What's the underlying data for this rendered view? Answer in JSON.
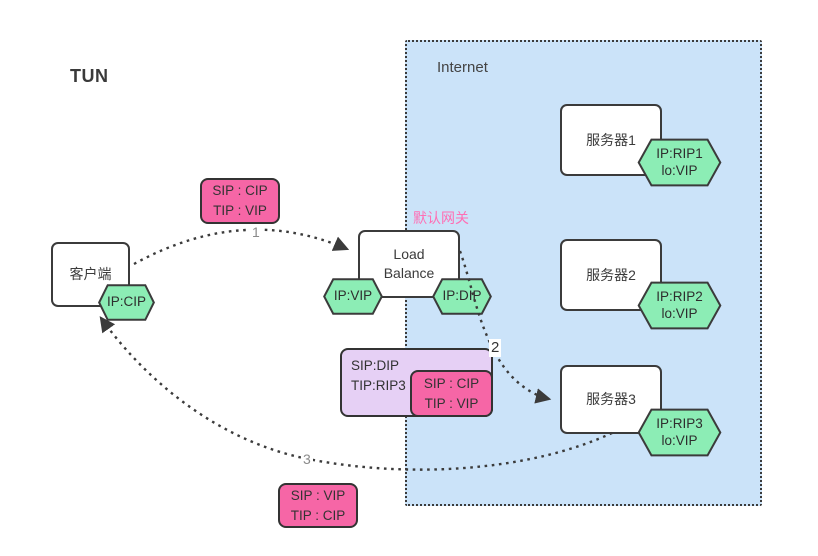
{
  "title": "TUN",
  "internet": {
    "label": "Internet"
  },
  "client": {
    "label": "客户端",
    "hex": "IP:CIP"
  },
  "load_balancer": {
    "label_line1": "Load",
    "label_line2": "Balance",
    "gateway_label": "默认网关",
    "hex_left": "IP:VIP",
    "hex_right": "IP:DIP"
  },
  "servers": [
    {
      "label": "服务器1",
      "hex_line1": "IP:RIP1",
      "hex_line2": "lo:VIP"
    },
    {
      "label": "服务器2",
      "hex_line1": "IP:RIP2",
      "hex_line2": "lo:VIP"
    },
    {
      "label": "服务器3",
      "hex_line1": "IP:RIP3",
      "hex_line2": "lo:VIP"
    }
  ],
  "packets": {
    "request": {
      "line1": "SIP : CIP",
      "line2": "TIP : VIP"
    },
    "tunnel_outer": {
      "line1": "SIP:DIP",
      "line2": "TIP:RIP3"
    },
    "tunnel_inner": {
      "line1": "SIP : CIP",
      "line2": "TIP : VIP"
    },
    "response": {
      "line1": "SIP : VIP",
      "line2": "TIP : CIP"
    }
  },
  "steps": {
    "one": "1",
    "two": "2",
    "three": "3"
  },
  "colors": {
    "hexagon_green": "#8cedb5",
    "packet_pink": "#f666a6",
    "packet_purple": "#e6d0f5",
    "internet_blue": "#cbe3f9",
    "stroke_dark": "#3b3b3b",
    "gateway_pink": "#ff6eb4"
  }
}
